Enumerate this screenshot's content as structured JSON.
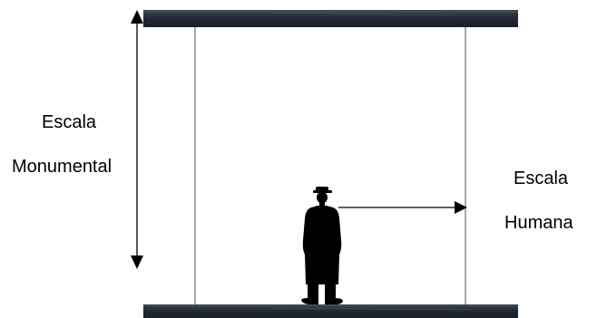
{
  "diagram": {
    "labels": {
      "monumental_line1": "Escala",
      "monumental_line2": "Monumental",
      "human_line1": "Escala",
      "human_line2": "Humana"
    },
    "colors": {
      "slab": "#222831",
      "slab_highlight": "#3a4450",
      "column": "#8c8c8c",
      "silhouette": "#000000",
      "arrow": "#000000"
    }
  }
}
